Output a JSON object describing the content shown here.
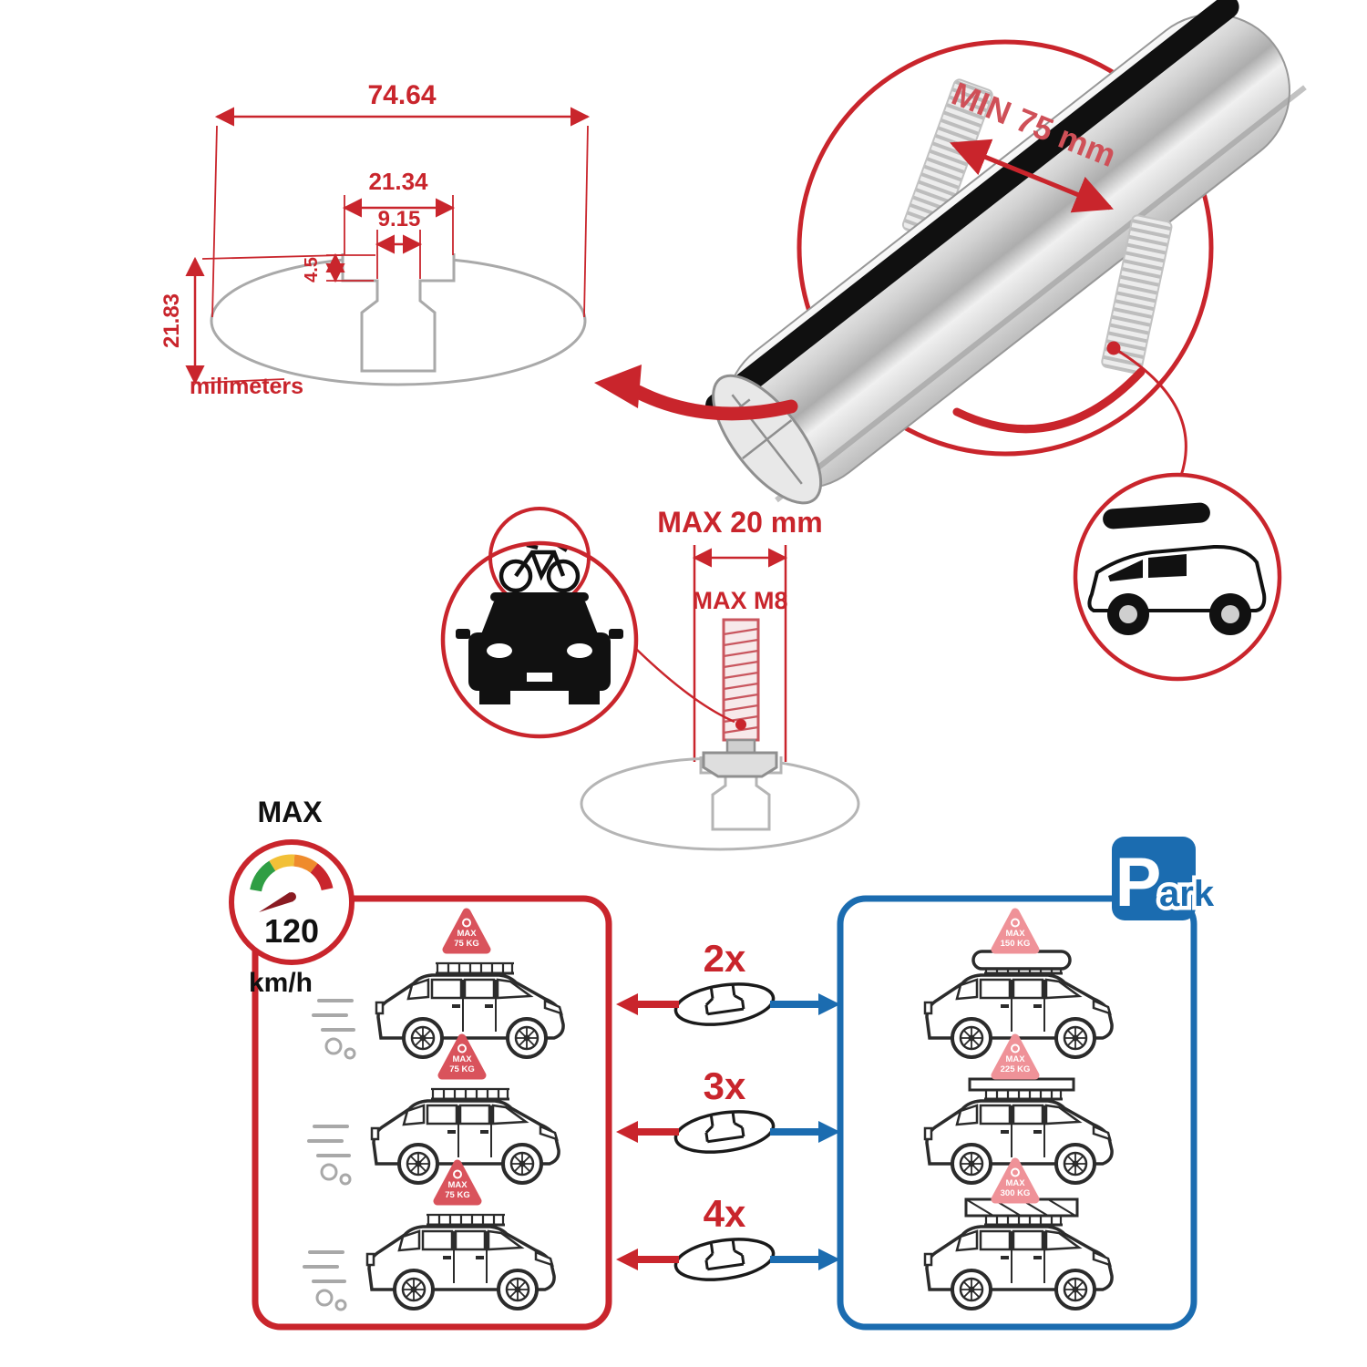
{
  "labels": {
    "dim_total": "74.64",
    "dim_upper": "21.34",
    "dim_inner": "9.15",
    "dim_depth": "4.5",
    "dim_height": "21.83",
    "unit": "milimeters",
    "min_span": "MIN 75 mm",
    "max_width": "MAX 20 mm",
    "max_thread": "MAX M8",
    "speed_max": "MAX",
    "speed_value": "120",
    "speed_unit": "km/h",
    "park_p": "P",
    "park_ark": "ark"
  },
  "driving": {
    "cars": [
      {
        "title": "MAX",
        "weight": "75 KG"
      },
      {
        "title": "MAX",
        "weight": "75 KG"
      },
      {
        "title": "MAX",
        "weight": "75 KG"
      }
    ]
  },
  "parked": {
    "cars": [
      {
        "title": "MAX",
        "weight": "150 KG"
      },
      {
        "title": "MAX",
        "weight": "225 KG"
      },
      {
        "title": "MAX",
        "weight": "300 KG"
      }
    ]
  },
  "bar_counts": [
    "2x",
    "3x",
    "4x"
  ],
  "colors": {
    "red": "#c9252c",
    "blue": "#1b6cb0",
    "badge_red": "#d9535c",
    "badge_pink": "#ef9298",
    "metal": "#c9c9c9"
  }
}
